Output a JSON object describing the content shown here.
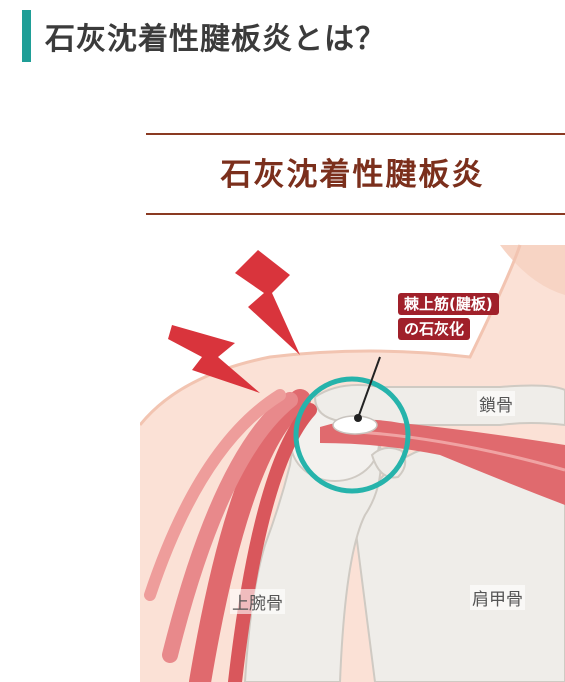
{
  "heading": {
    "title": "石灰沈着性腱板炎とは？"
  },
  "figure": {
    "title": "石灰沈着性腱板炎",
    "callout_line1": "棘上筋(腱板)",
    "callout_line2": "の石灰化",
    "labels": {
      "clavicle": "鎖骨",
      "humerus": "上腕骨",
      "scapula": "肩甲骨"
    },
    "icons": [
      "lightning-pain-icon"
    ],
    "colors": {
      "accent": "#1f9e97",
      "title": "#7b2f1c",
      "callout": "#a0202a",
      "muscle": "#e06a6e",
      "skin": "#fbe1d6",
      "bone": "#efede9",
      "circle": "#26b3ab"
    }
  }
}
